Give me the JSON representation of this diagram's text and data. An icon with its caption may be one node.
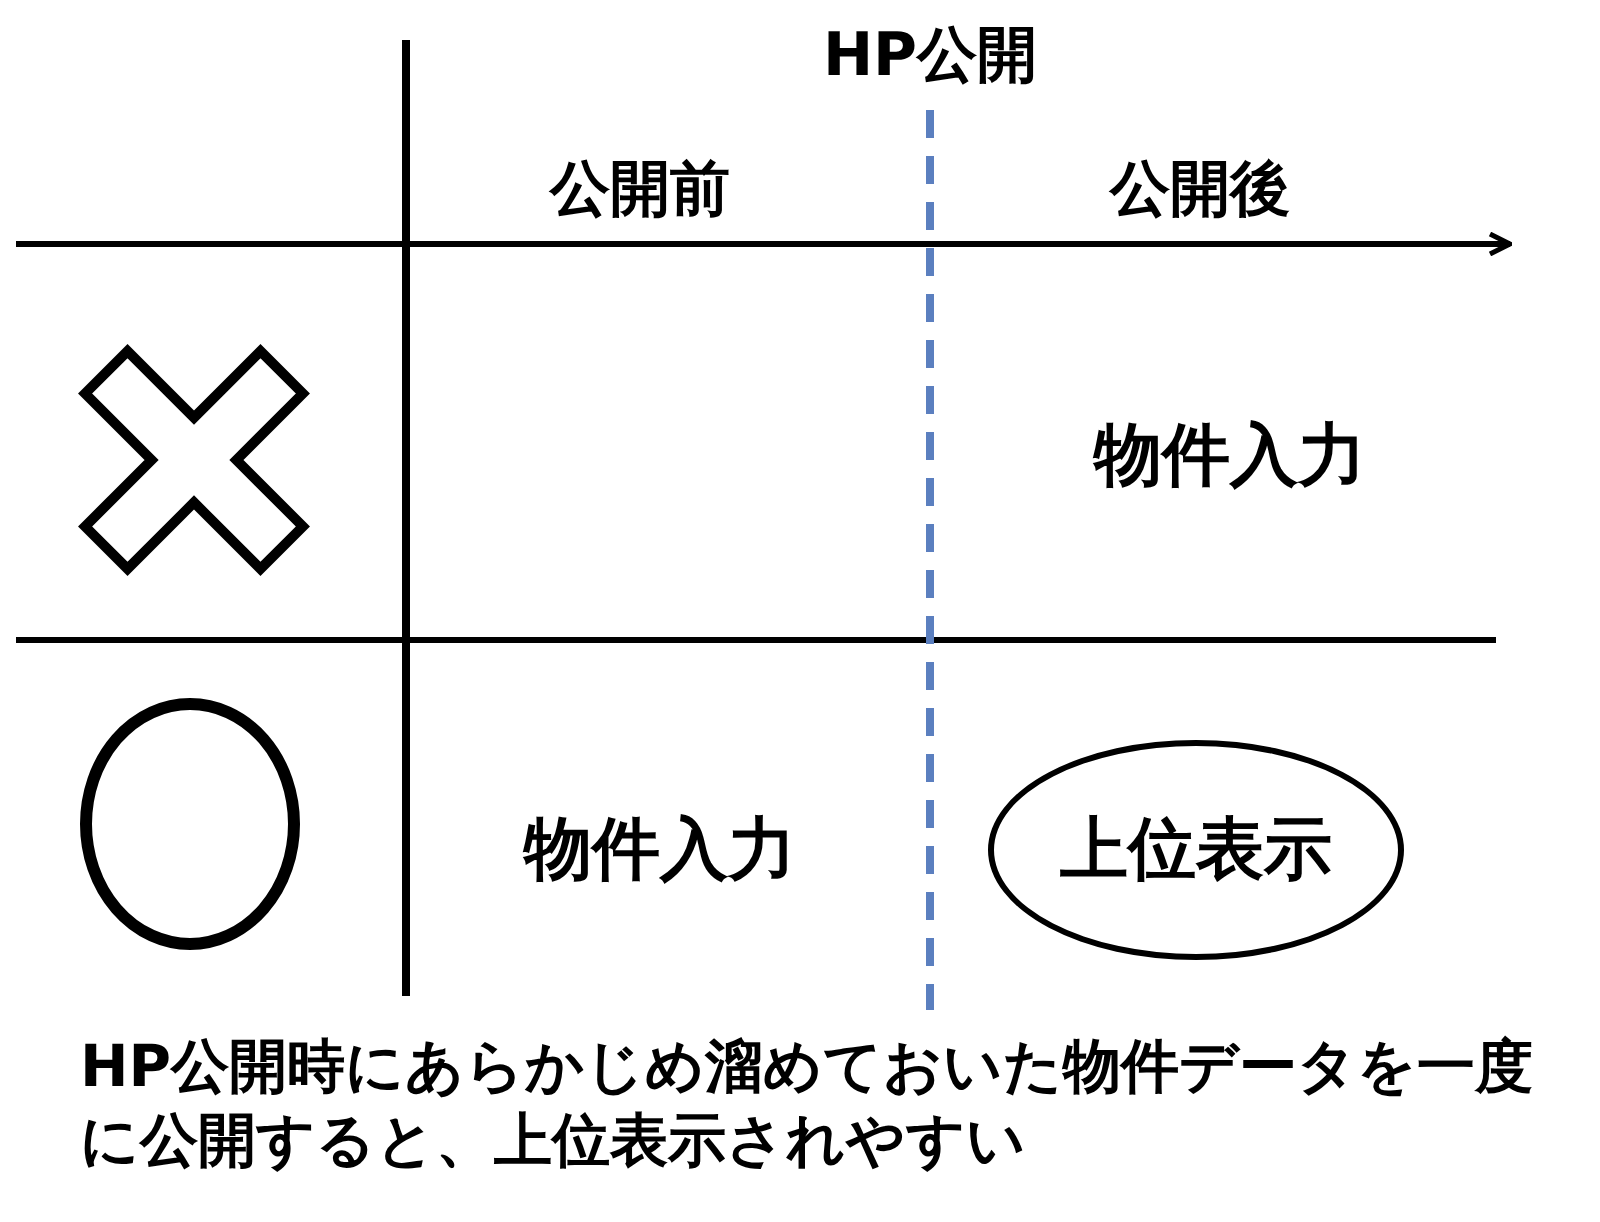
{
  "diagram": {
    "caption": "HP公開時にあらかじめ溜めておいた物件データを一度に公開すると、上位表示されやすい",
    "nodes": [
      {
        "text": [
          "上位表示"
        ]
      }
    ],
    "labels": [
      "HP公開",
      "公開前",
      "公開後",
      "物件入力",
      "物件入力"
    ]
  }
}
